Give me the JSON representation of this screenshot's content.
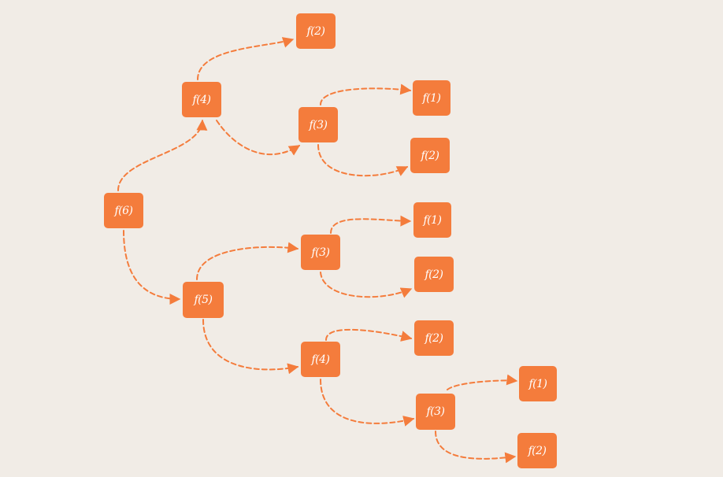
{
  "colors": {
    "background": "#f1ece6",
    "node": "#f47c3c",
    "node_text": "#ffffff",
    "edge": "#f47c3c"
  },
  "tree": {
    "nodes": [
      {
        "id": "n6",
        "label": "f(6)"
      },
      {
        "id": "n4a",
        "label": "f(4)"
      },
      {
        "id": "n2a",
        "label": "f(2)"
      },
      {
        "id": "n3a",
        "label": "f(3)"
      },
      {
        "id": "n1a",
        "label": "f(1)"
      },
      {
        "id": "n2b",
        "label": "f(2)"
      },
      {
        "id": "n5",
        "label": "f(5)"
      },
      {
        "id": "n3b",
        "label": "f(3)"
      },
      {
        "id": "n1b",
        "label": "f(1)"
      },
      {
        "id": "n2c",
        "label": "f(2)"
      },
      {
        "id": "n4b",
        "label": "f(4)"
      },
      {
        "id": "n2d",
        "label": "f(2)"
      },
      {
        "id": "n3c",
        "label": "f(3)"
      },
      {
        "id": "n1c",
        "label": "f(1)"
      },
      {
        "id": "n2e",
        "label": "f(2)"
      }
    ],
    "edges": [
      {
        "from": "n6",
        "to": "n4a"
      },
      {
        "from": "n6",
        "to": "n5"
      },
      {
        "from": "n4a",
        "to": "n2a"
      },
      {
        "from": "n4a",
        "to": "n3a"
      },
      {
        "from": "n3a",
        "to": "n1a"
      },
      {
        "from": "n3a",
        "to": "n2b"
      },
      {
        "from": "n5",
        "to": "n3b"
      },
      {
        "from": "n5",
        "to": "n4b"
      },
      {
        "from": "n3b",
        "to": "n1b"
      },
      {
        "from": "n3b",
        "to": "n2c"
      },
      {
        "from": "n4b",
        "to": "n2d"
      },
      {
        "from": "n4b",
        "to": "n3c"
      },
      {
        "from": "n3c",
        "to": "n1c"
      },
      {
        "from": "n3c",
        "to": "n2e"
      }
    ]
  }
}
